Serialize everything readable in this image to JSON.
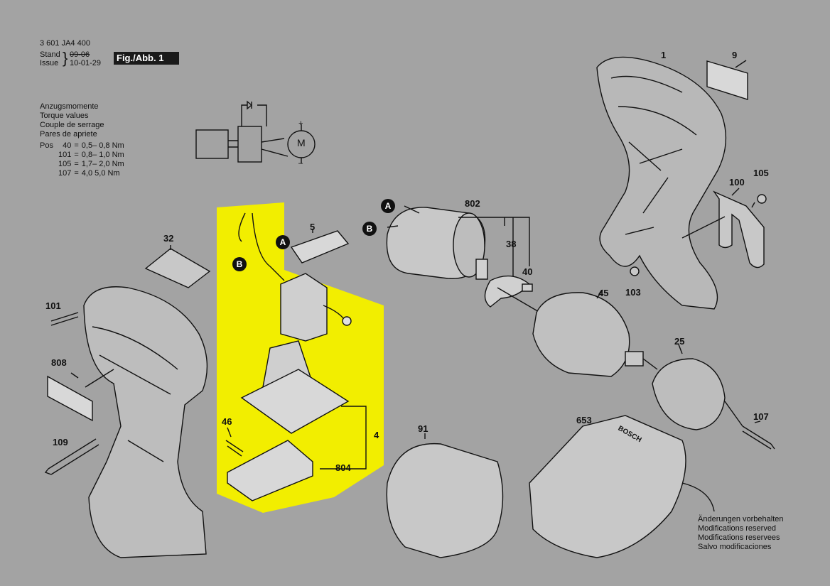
{
  "header": {
    "doc_number": "3 601 JA4 400",
    "stand_label": "Stand",
    "issue_label": "Issue",
    "stand_date": "09-06",
    "issue_date": "10-01-29",
    "figure_label": "Fig./Abb. 1"
  },
  "torque": {
    "title_lines": [
      "Anzugsmomente",
      "Torque values",
      "Couple de serrage",
      "Pares de apriete"
    ],
    "pos_label": "Pos",
    "rows": [
      {
        "pos": "40",
        "eq": "=",
        "value": "0,5– 0,8 Nm"
      },
      {
        "pos": "101",
        "eq": "=",
        "value": "0,8– 1,0 Nm"
      },
      {
        "pos": "105",
        "eq": "=",
        "value": "1,7– 2,0 Nm"
      },
      {
        "pos": "107",
        "eq": "=",
        "value": "4,0 5,0 Nm"
      }
    ]
  },
  "circuit": {
    "plus": "+",
    "minus": "–",
    "motor": "M"
  },
  "parts": {
    "p1": "1",
    "p9": "9",
    "p100": "100",
    "p105": "105",
    "p103": "103",
    "p802": "802",
    "p38": "38",
    "p40": "40",
    "p45": "45",
    "p25": "25",
    "p107": "107",
    "p32": "32",
    "p5": "5",
    "p101": "101",
    "p808": "808",
    "p109": "109",
    "p46": "46",
    "p4": "4",
    "p804": "804",
    "p91": "91",
    "p653": "653"
  },
  "badges": {
    "a": "A",
    "b": "B"
  },
  "charger_brand": "BOSCH",
  "footer_lines": [
    "Änderungen vorbehalten",
    "Modifications reserved",
    "Modifications reservees",
    "Salvo modificaciones"
  ],
  "colors": {
    "background": "#a3a3a3",
    "highlight": "#f2ee00",
    "ink": "#111111"
  }
}
